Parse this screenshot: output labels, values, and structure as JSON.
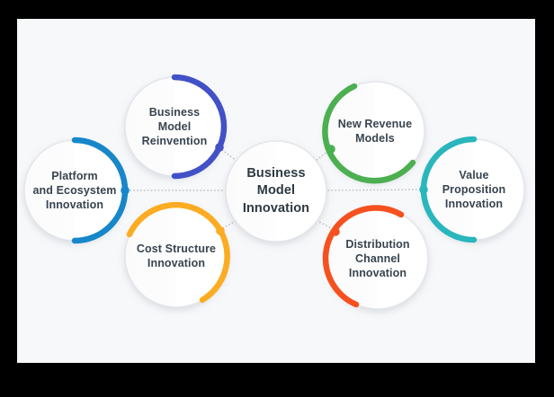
{
  "frame": {
    "border_color": "#000000",
    "canvas_bg": "#f7f8fa"
  },
  "center": {
    "id": "business-model-innovation",
    "lines": [
      "Business",
      "Model",
      "Innovation"
    ]
  },
  "nodes": [
    {
      "id": "business-model-reinvention",
      "lines": [
        "Business",
        "Model",
        "Reinvention"
      ],
      "color": "#4251C6",
      "position": "top-left"
    },
    {
      "id": "new-revenue-models",
      "lines": [
        "New Revenue",
        "Models"
      ],
      "color": "#4CAF50",
      "position": "top-right"
    },
    {
      "id": "platform-and-ecosystem-innovation",
      "lines": [
        "Platform",
        "and Ecosystem",
        "Innovation"
      ],
      "color": "#1787C9",
      "position": "left"
    },
    {
      "id": "value-proposition-innovation",
      "lines": [
        "Value",
        "Proposition",
        "Innovation"
      ],
      "color": "#29B6BC",
      "position": "right"
    },
    {
      "id": "cost-structure-innovation",
      "lines": [
        "Cost Structure",
        "Innovation"
      ],
      "color": "#FBAC23",
      "position": "bottom-left"
    },
    {
      "id": "distribution-channel-innovation",
      "lines": [
        "Distribution",
        "Channel",
        "Innovation"
      ],
      "color": "#F5511F",
      "position": "bottom-right"
    }
  ],
  "connectors": {
    "color": "#b7bbc1",
    "style": "dotted"
  },
  "circle": {
    "fill": "#ffffff",
    "stroke": "#e2e4e8"
  }
}
